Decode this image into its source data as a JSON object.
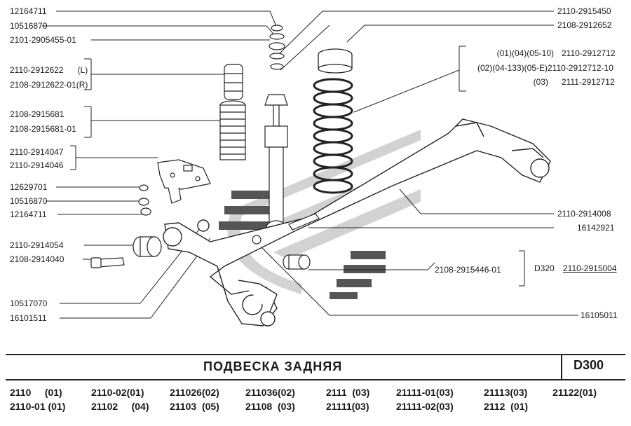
{
  "parts": {
    "p1": "12164711",
    "p2": "10516870",
    "p3": "2101-2905455-01",
    "p4": "2110-2912622      (L)",
    "p5": "2108-2912622-01(R)",
    "p6": "2108-2915681",
    "p7": "2108-2915681-01",
    "p8": "2110-2914047",
    "p9": "2110-2914046",
    "p10": "12629701",
    "p11": "10516870",
    "p12": "12164711",
    "p13": "2110-2914054",
    "p14": "2108-2914040",
    "p15": "10517070",
    "p16": "16101511",
    "r1": "2110-2915450",
    "r2": "2108-2912652",
    "r3a": "(01)(04)(05-10)",
    "r3b": "2110-2912712",
    "r4a": "(02)(04-133)(05-E)",
    "r4b": "2110-2912712-10",
    "r5a": "(03)",
    "r5b": "2111-2912712",
    "r6": "2110-2914008",
    "r7": "16142921",
    "r8": "2108-2915446-01",
    "r9a": "D320",
    "r9b": "2110-2915004",
    "r10": "16105011"
  },
  "footer": {
    "title": "ПОДВЕСКА   ЗАДНЯЯ",
    "code": "D300",
    "row1": [
      "2110     (01)",
      "2110-02(01)",
      "211026(02)",
      "211036(02)",
      "2111  (03)",
      "21111-01(03)",
      "21113(03)",
      "21122(01)"
    ],
    "row2": [
      "2110-01 (01)",
      "21102     (04)",
      "21103  (05)",
      "21108  (03)",
      "21111(03)",
      "21111-02(03)",
      "2112  (01)"
    ]
  }
}
